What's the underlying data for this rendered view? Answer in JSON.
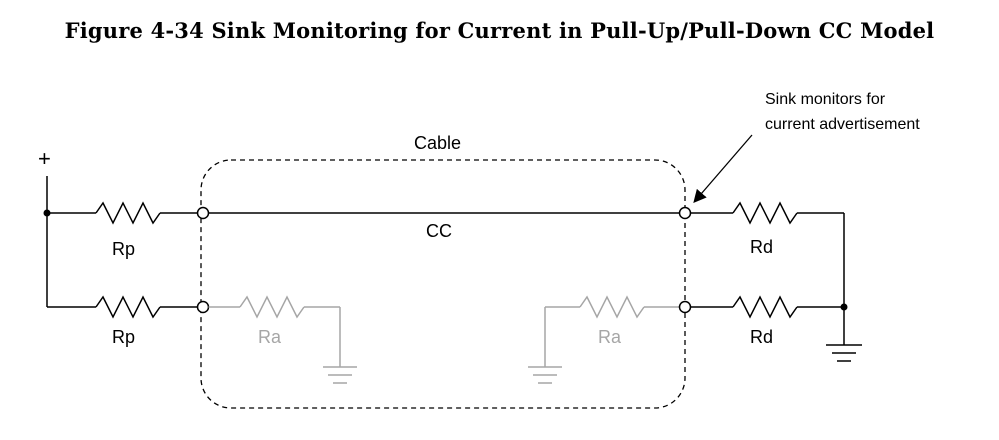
{
  "figure": {
    "title": "Figure 4-34  Sink Monitoring for Current in Pull-Up/Pull-Down CC Model"
  },
  "diagram": {
    "source_polarity": "+",
    "cable_label": "Cable",
    "cc_label": "CC",
    "resistors": {
      "rp_top": "Rp",
      "rp_bottom": "Rp",
      "ra_left": "Ra",
      "ra_right": "Ra",
      "rd_top": "Rd",
      "rd_bottom": "Rd"
    },
    "annotation": {
      "line1": "Sink monitors for",
      "line2": "current advertisement"
    },
    "colors": {
      "wire": "#000000",
      "inactive": "#a6a6a6"
    }
  }
}
